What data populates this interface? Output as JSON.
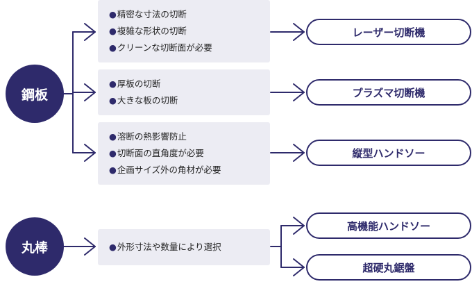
{
  "materials": [
    {
      "id": "steel-plate",
      "label": "鋼板"
    },
    {
      "id": "round-bar",
      "label": "丸棒"
    }
  ],
  "conditions": [
    {
      "bullet": "●",
      "items": [
        "精密な寸法の切断",
        "複雑な形状の切断",
        "クリーンな切断面が必要"
      ]
    },
    {
      "bullet": "●",
      "items": [
        "厚板の切断",
        "大きな板の切断"
      ]
    },
    {
      "bullet": "●",
      "items": [
        "溶断の熱影響防止",
        "切断面の直角度が必要",
        "企画サイズ外の角材が必要"
      ]
    },
    {
      "bullet": "●",
      "items": [
        "外形寸法や数量により選択"
      ]
    }
  ],
  "methods": [
    {
      "label": "レーザー切断機"
    },
    {
      "label": "プラズマ切断機"
    },
    {
      "label": "縦型ハンドソー"
    },
    {
      "label": "高機能ハンドソー"
    },
    {
      "label": "超硬丸鋸盤"
    }
  ],
  "colors": {
    "primary": "#2e2a6b",
    "condition_bg": "#ececf3",
    "text": "#222222"
  }
}
